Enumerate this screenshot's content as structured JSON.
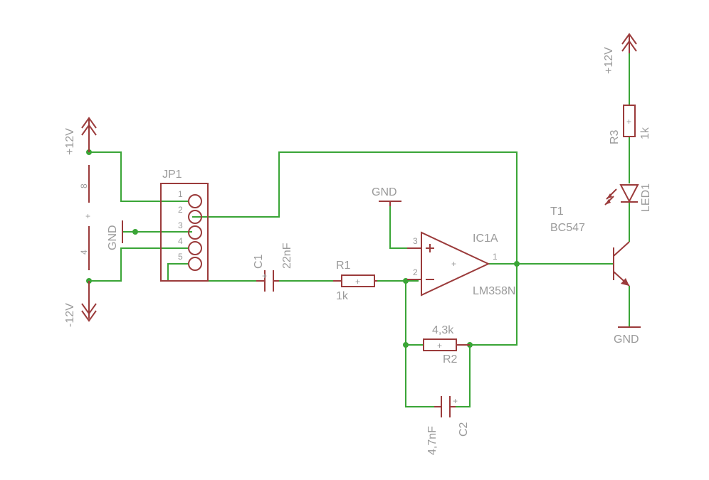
{
  "colors": {
    "wire": "#3aa537",
    "symbol": "#9b3b3b",
    "text": "#9a9a9a"
  },
  "supply": {
    "left_pos": "+12V",
    "left_neg": "-12V",
    "right_pos": "+12V",
    "pin_top": "8",
    "pin_bottom": "4",
    "plus_mark": "+",
    "gnd_left": "GND"
  },
  "connector": {
    "name": "JP1",
    "pins": [
      "1",
      "2",
      "3",
      "4",
      "5"
    ]
  },
  "c1": {
    "name": "C1",
    "value": "22nF"
  },
  "r1": {
    "name": "R1",
    "value": "1k"
  },
  "opamp": {
    "name": "IC1A",
    "part": "LM358N",
    "pin_in_pos": "3",
    "pin_in_neg": "2",
    "pin_out": "1",
    "gnd": "GND"
  },
  "r2": {
    "name": "R2",
    "value": "4,3k"
  },
  "c2": {
    "name": "C2",
    "value": "4,7nF"
  },
  "r3": {
    "name": "R3",
    "value": "1k"
  },
  "led": {
    "name": "LED1"
  },
  "transistor": {
    "name": "T1",
    "part": "BC547",
    "gnd": "GND"
  }
}
